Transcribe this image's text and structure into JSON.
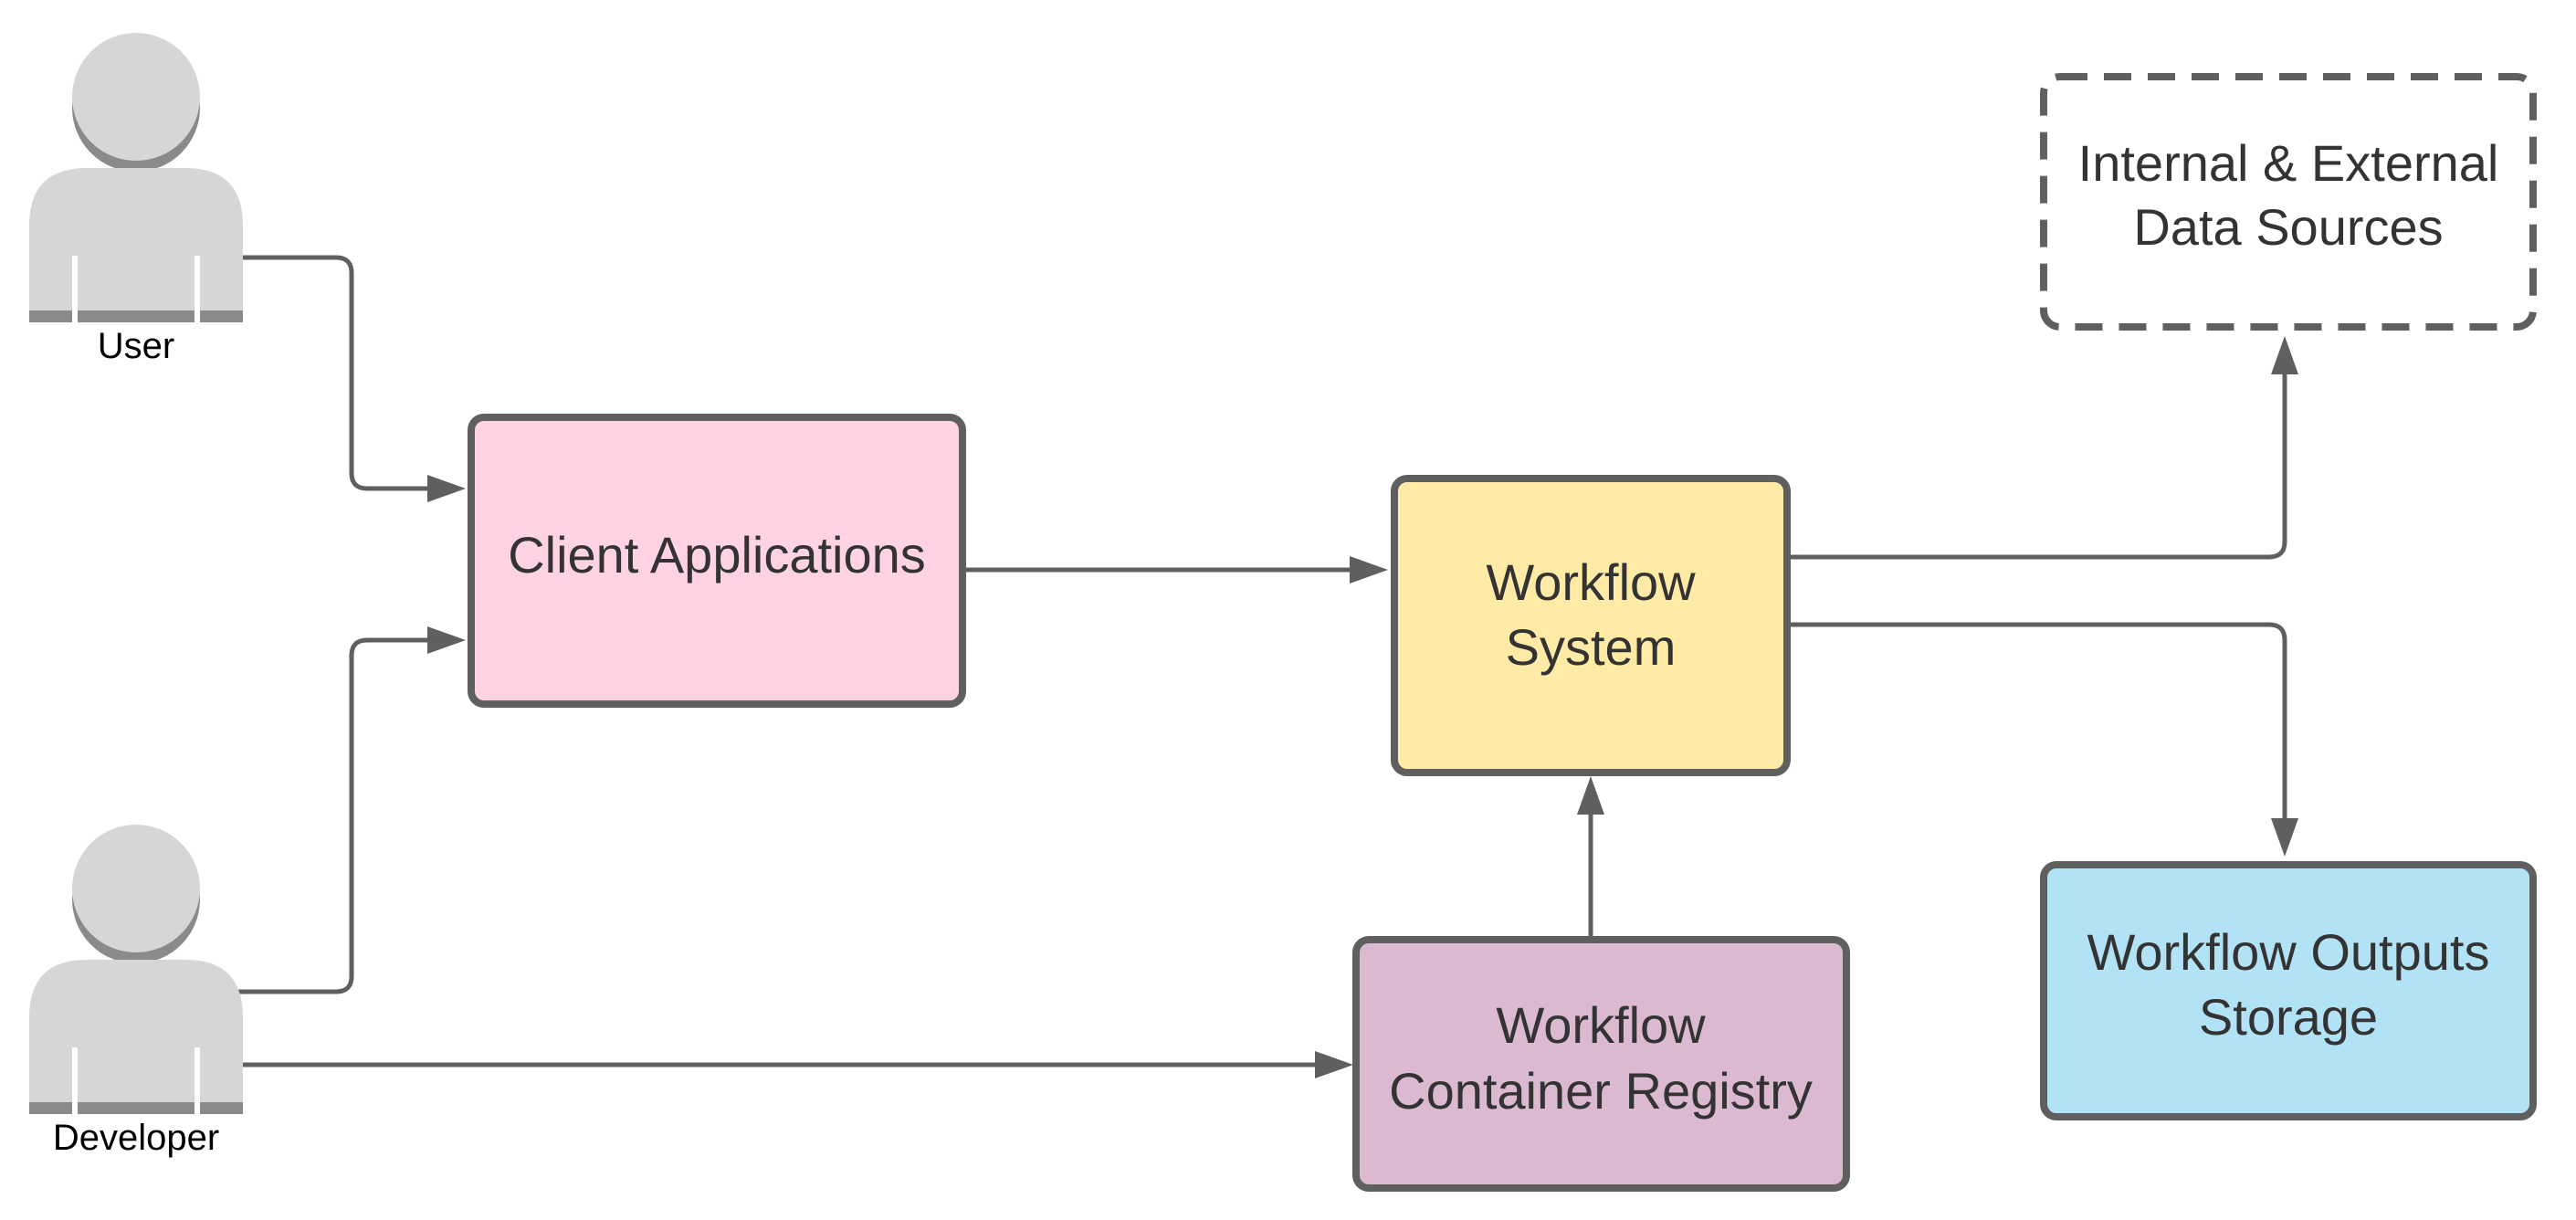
{
  "diagram": {
    "actors": [
      {
        "id": "user",
        "label": "User"
      },
      {
        "id": "developer",
        "label": "Developer"
      }
    ],
    "nodes": [
      {
        "id": "client-applications",
        "lines": [
          "Client Applications"
        ],
        "fill": "#ffd3df"
      },
      {
        "id": "workflow-system",
        "lines": [
          "Workflow",
          "System"
        ],
        "fill": "#ffeaa6"
      },
      {
        "id": "data-sources",
        "lines": [
          "Internal & External",
          "Data Sources"
        ],
        "fill": "#ffffff",
        "style": "dashed"
      },
      {
        "id": "outputs-storage",
        "lines": [
          "Workflow Outputs",
          "Storage"
        ],
        "fill": "#b1e2f5"
      },
      {
        "id": "container-registry",
        "lines": [
          "Workflow",
          "Container Registry"
        ],
        "fill": "#dbb9d1"
      }
    ],
    "edges": [
      {
        "from": "user",
        "to": "client-applications"
      },
      {
        "from": "developer",
        "to": "client-applications"
      },
      {
        "from": "developer",
        "to": "container-registry"
      },
      {
        "from": "client-applications",
        "to": "workflow-system"
      },
      {
        "from": "container-registry",
        "to": "workflow-system"
      },
      {
        "from": "workflow-system",
        "to": "data-sources"
      },
      {
        "from": "workflow-system",
        "to": "outputs-storage"
      }
    ],
    "colors": {
      "stroke": "#5f5f5f",
      "text": "#333333",
      "actor": "#d6d6d6",
      "actor_shadow": "#8a8a8a"
    }
  }
}
